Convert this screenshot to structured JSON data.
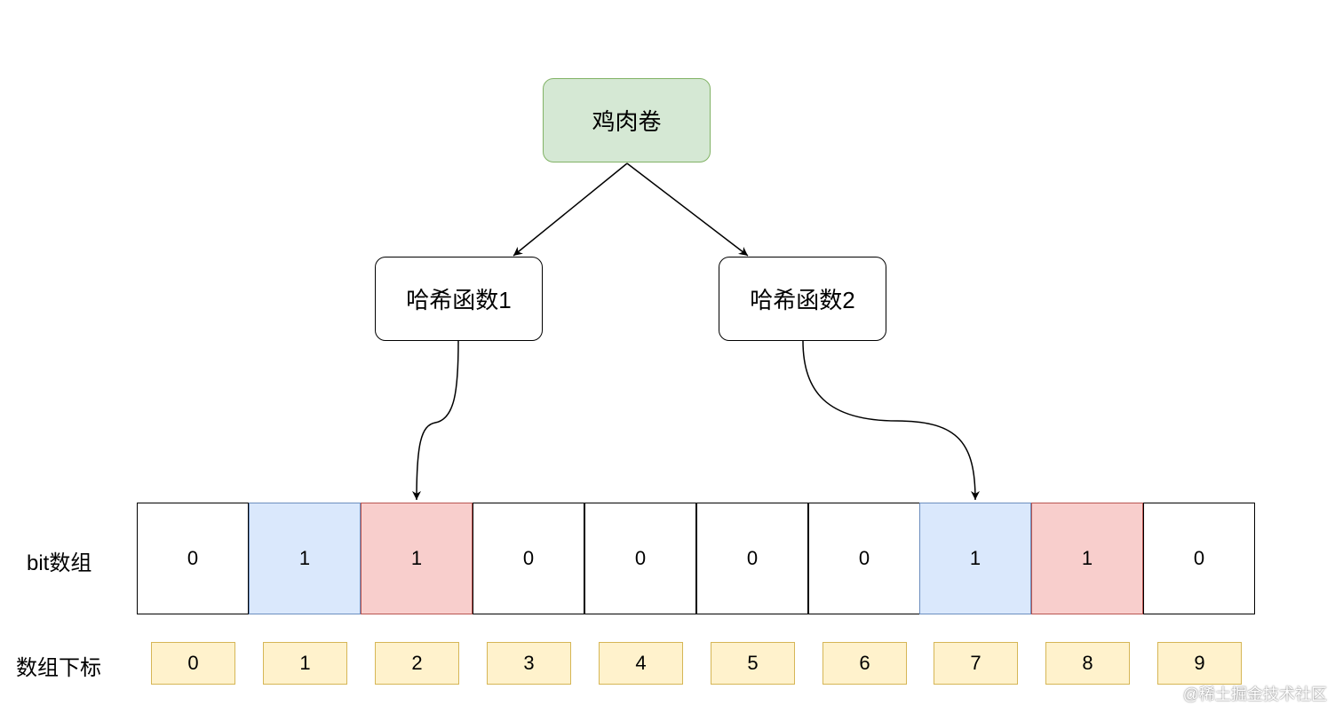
{
  "nodes": {
    "root": "鸡肉卷",
    "hash1": "哈希函数1",
    "hash2": "哈希函数2"
  },
  "labels": {
    "bit_array": "bit数组",
    "array_index": "数组下标"
  },
  "bit_array": {
    "values": [
      "0",
      "1",
      "1",
      "0",
      "0",
      "0",
      "0",
      "1",
      "1",
      "0"
    ],
    "highlight": [
      "none",
      "blue",
      "red",
      "none",
      "none",
      "none",
      "none",
      "blue",
      "red",
      "none"
    ]
  },
  "indices": [
    "0",
    "1",
    "2",
    "3",
    "4",
    "5",
    "6",
    "7",
    "8",
    "9"
  ],
  "colors": {
    "root_fill": "#d5e8d4",
    "root_border": "#82b366",
    "blue_fill": "#dae8fc",
    "blue_border": "#6c8ebf",
    "red_fill": "#f8cecc",
    "red_border": "#b85450",
    "index_fill": "#fff2cc",
    "index_border": "#d6b656"
  },
  "watermark": "@稀土掘金技术社区"
}
